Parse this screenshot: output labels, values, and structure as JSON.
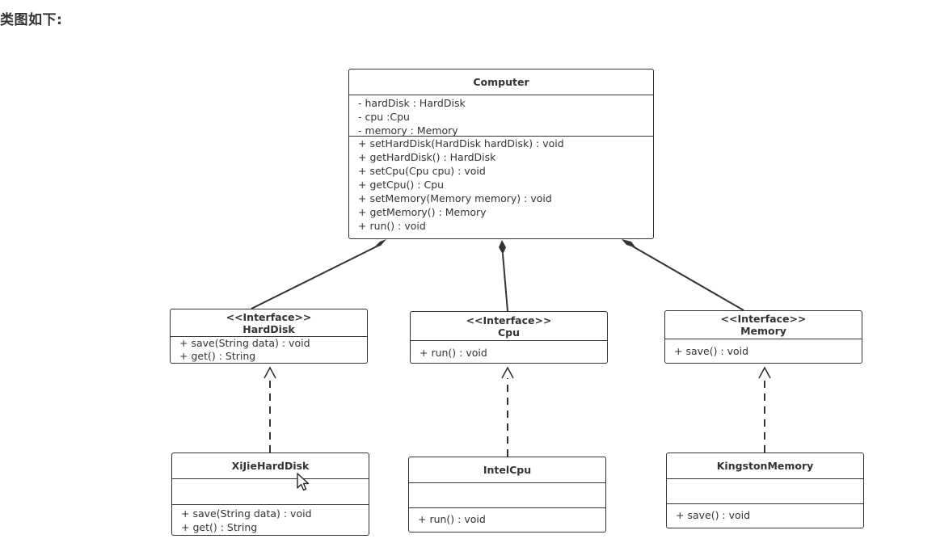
{
  "heading": "类图如下:",
  "classes": {
    "computer": {
      "name": "Computer",
      "attributes": [
        "- hardDisk : HardDisk",
        "- cpu :Cpu",
        "- memory : Memory"
      ],
      "methods": [
        "+ setHardDisk(HardDisk hardDisk) : void",
        "+ getHardDisk() : HardDisk",
        "+ setCpu(Cpu cpu) : void",
        "+ getCpu() : Cpu",
        "+ setMemory(Memory memory) : void",
        "+ getMemory() : Memory",
        "+ run() : void"
      ]
    },
    "harddisk": {
      "stereotype": "<<Interface>>",
      "name": "HardDisk",
      "methods": [
        "+ save(String data) : void",
        "+ get() : String"
      ]
    },
    "cpu": {
      "stereotype": "<<Interface>>",
      "name": "Cpu",
      "methods": [
        "+ run() : void"
      ]
    },
    "memory": {
      "stereotype": "<<Interface>>",
      "name": "Memory",
      "methods": [
        "+ save() : void"
      ]
    },
    "xijie": {
      "name": "XiJieHardDisk",
      "methods": [
        "+ save(String data) : void",
        "+ get() : String"
      ]
    },
    "intelcpu": {
      "name": "IntelCpu",
      "methods": [
        "+ run() : void"
      ]
    },
    "kingston": {
      "name": "KingstonMemory",
      "methods": [
        "+ save() : void"
      ]
    }
  },
  "colors": {
    "line": "#333333",
    "background": "#ffffff"
  }
}
